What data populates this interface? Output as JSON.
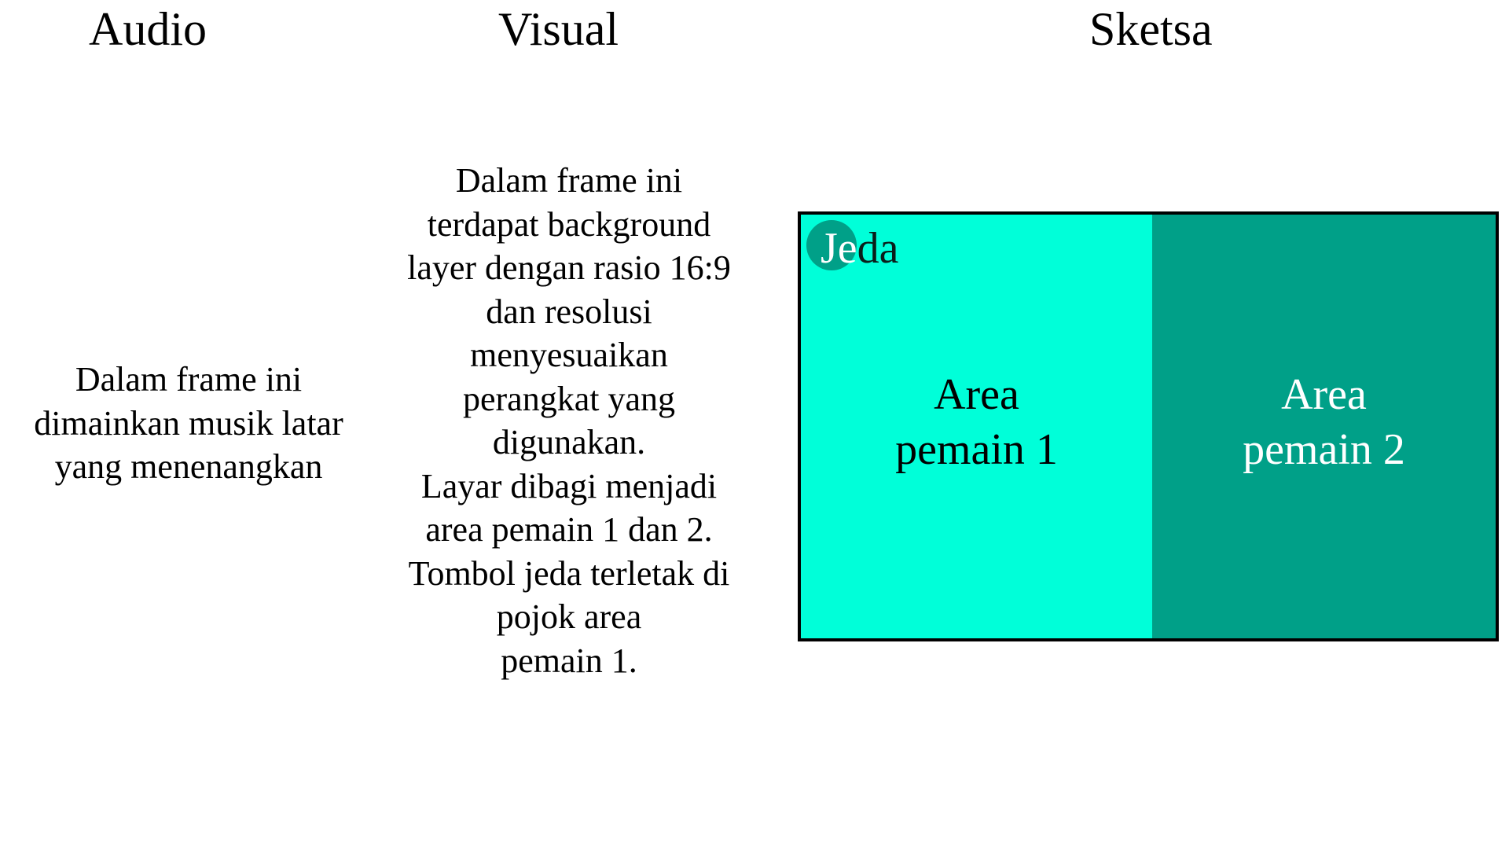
{
  "headings": {
    "audio": "Audio",
    "visual": "Visual",
    "sketsa": "Sketsa"
  },
  "audio_description": [
    "Dalam frame ini",
    "dimainkan musik latar",
    "yang menenangkan"
  ],
  "visual_description": [
    "Dalam frame ini",
    "terdapat background",
    "layer dengan rasio 16:9",
    "dan resolusi",
    "menyesuaikan",
    "perangkat yang",
    "digunakan.",
    "Layar dibagi menjadi",
    "area pemain 1 dan 2.",
    "Tombol jeda terletak di",
    "pojok area",
    "pemain 1."
  ],
  "sketch": {
    "pause_button": {
      "label_part1": "Je",
      "label_part2": "da"
    },
    "area_1": {
      "line1": "Area",
      "line2": "pemain 1"
    },
    "area_2": {
      "line1": "Area",
      "line2": "pemain 2"
    }
  },
  "colors": {
    "area_1_bg": "#00FFD9",
    "area_2_bg": "#00A088",
    "pause_button_bg": "#00A088",
    "area_1_text": "#000000",
    "area_2_text": "#FFFFFF",
    "border": "#000000"
  }
}
